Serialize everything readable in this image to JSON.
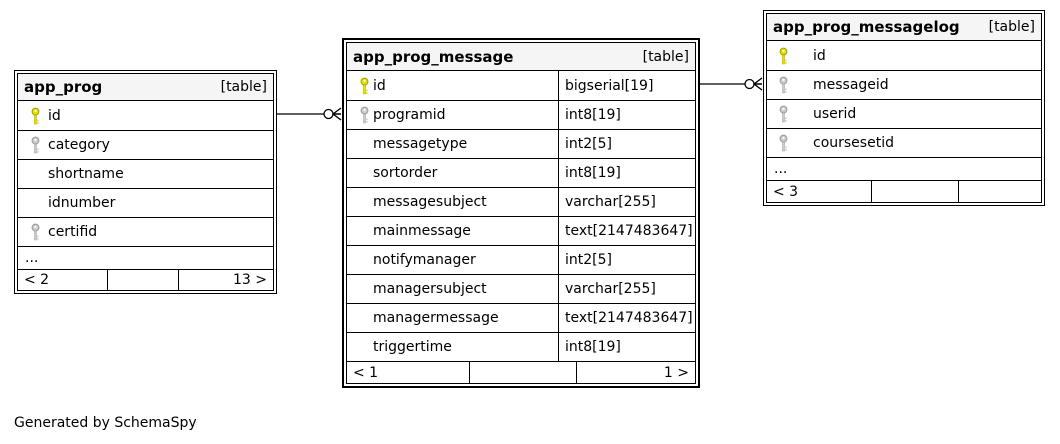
{
  "caption": "Generated by SchemaSpy",
  "colors": {
    "primary_key_icon": "#e6e000",
    "primary_key_edge": "#a8a400",
    "foreign_key_icon": "#cccccc",
    "foreign_key_edge": "#9e9e9e",
    "header_bg": "#f5f5f5",
    "border": "#000000",
    "row_bg": "#ffffff"
  },
  "tables": [
    {
      "name": "app_prog",
      "tag": "[table]",
      "columns": [
        {
          "name": "id",
          "key": "primary"
        },
        {
          "name": "category",
          "key": "foreign"
        },
        {
          "name": "shortname",
          "key": "none"
        },
        {
          "name": "idnumber",
          "key": "none"
        },
        {
          "name": "certifid",
          "key": "foreign"
        }
      ],
      "truncated": "...",
      "footer": {
        "left": "< 2",
        "center": "",
        "right": "13 >"
      }
    },
    {
      "name": "app_prog_message",
      "tag": "[table]",
      "columns": [
        {
          "name": "id",
          "type": "bigserial[19]",
          "key": "primary"
        },
        {
          "name": "programid",
          "type": "int8[19]",
          "key": "foreign"
        },
        {
          "name": "messagetype",
          "type": "int2[5]",
          "key": "none"
        },
        {
          "name": "sortorder",
          "type": "int8[19]",
          "key": "none"
        },
        {
          "name": "messagesubject",
          "type": "varchar[255]",
          "key": "none"
        },
        {
          "name": "mainmessage",
          "type": "text[2147483647]",
          "key": "none"
        },
        {
          "name": "notifymanager",
          "type": "int2[5]",
          "key": "none"
        },
        {
          "name": "managersubject",
          "type": "varchar[255]",
          "key": "none"
        },
        {
          "name": "managermessage",
          "type": "text[2147483647]",
          "key": "none"
        },
        {
          "name": "triggertime",
          "type": "int8[19]",
          "key": "none"
        }
      ],
      "footer": {
        "left": "< 1",
        "center": "",
        "right": "1 >"
      }
    },
    {
      "name": "app_prog_messagelog",
      "tag": "[table]",
      "columns": [
        {
          "name": "id",
          "key": "primary"
        },
        {
          "name": "messageid",
          "key": "foreign"
        },
        {
          "name": "userid",
          "key": "foreign"
        },
        {
          "name": "coursesetid",
          "key": "foreign"
        }
      ],
      "truncated": "...",
      "footer": {
        "left": "< 3",
        "center": "",
        "right": ""
      }
    }
  ],
  "relationships": [
    {
      "from": "app_prog.id",
      "to": "app_prog_message.programid"
    },
    {
      "from": "app_prog_message.id",
      "to": "app_prog_messagelog.messageid"
    }
  ]
}
